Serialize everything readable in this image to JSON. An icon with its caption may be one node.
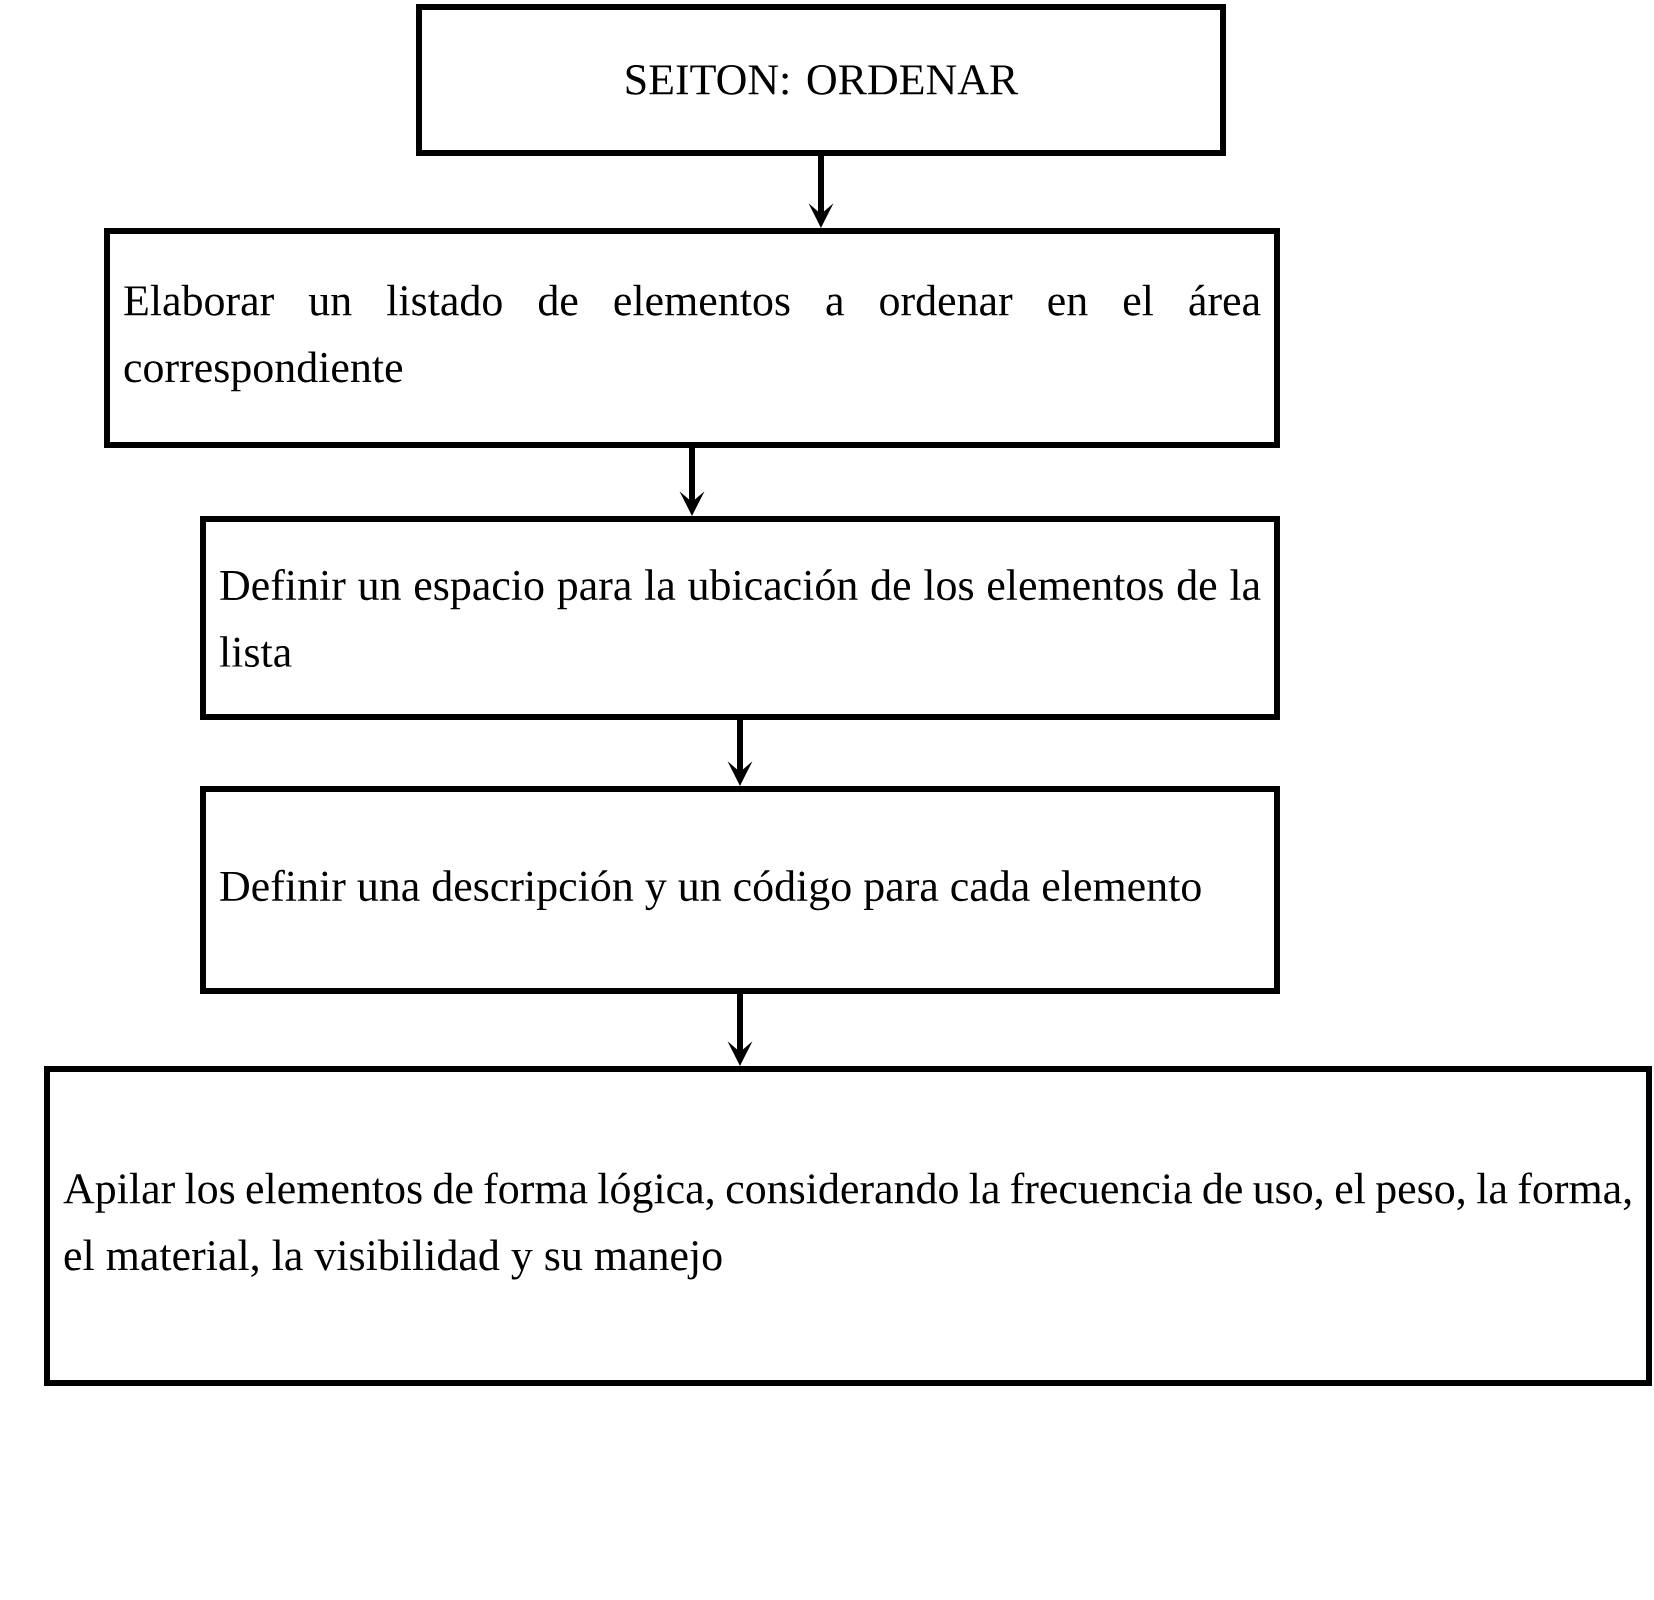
{
  "diagram": {
    "nodes": [
      {
        "text": [
          "SEITON: ORDENAR"
        ]
      },
      {
        "text": [
          "Elaborar un listado de elementos a ordenar en el área correspondiente"
        ]
      },
      {
        "text": [
          "Definir un espacio para la ubicación de los elementos de la lista"
        ]
      },
      {
        "text": [
          "Definir una descripción y un código para cada elemento"
        ]
      },
      {
        "text": [
          "Apilar los elementos de forma lógica, considerando la frecuencia de uso, el peso, la forma, el material, la visibilidad y su manejo"
        ]
      }
    ],
    "edges": [
      {
        "from": 0,
        "to": 1,
        "arrow": "to"
      },
      {
        "from": 1,
        "to": 2,
        "arrow": "to"
      },
      {
        "from": 2,
        "to": 3,
        "arrow": "to"
      },
      {
        "from": 3,
        "to": 4,
        "arrow": "to"
      }
    ]
  }
}
